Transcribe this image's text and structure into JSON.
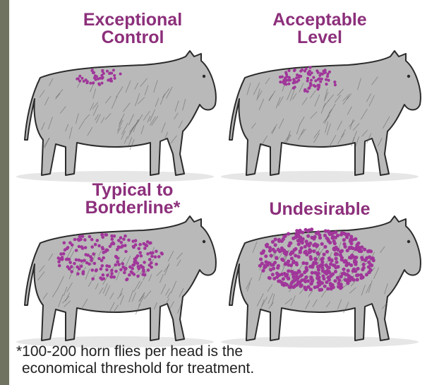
{
  "colors": {
    "accent": "#8c2f7b",
    "dots": "#a0369a",
    "ink": "#2b2b2b",
    "frame": "#6f7360"
  },
  "panels": [
    {
      "title_line1": "Exceptional",
      "title_line2": "Control",
      "level": "exceptional"
    },
    {
      "title_line1": "Acceptable",
      "title_line2": "Level",
      "level": "acceptable"
    },
    {
      "title_line1": "Typical to",
      "title_line2": "Borderline*",
      "level": "typical"
    },
    {
      "title_line1": "Undesirable",
      "title_line2": "",
      "level": "undesirable"
    }
  ],
  "footnote": {
    "line1": "*100-200 horn flies per head is the",
    "line2": "economical threshold for treatment."
  }
}
